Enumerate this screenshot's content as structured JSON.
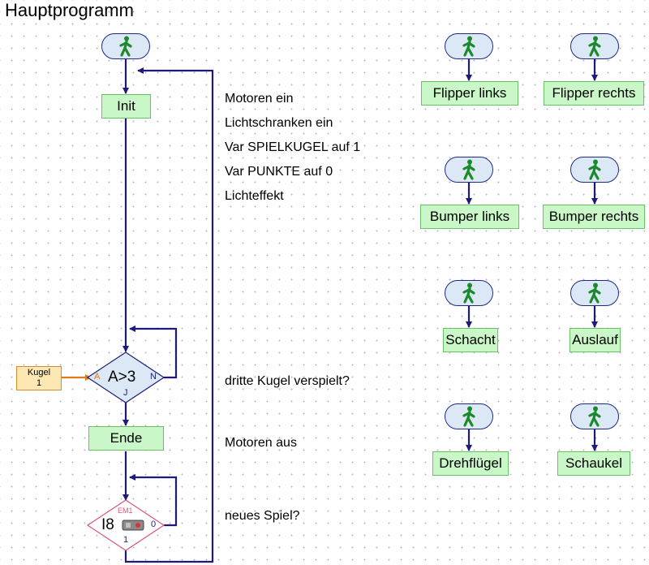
{
  "title": "Hauptprogramm",
  "main_flow": {
    "init_label": "Init",
    "compare": {
      "expression": "A>3",
      "input_port": "A",
      "no_port": "N",
      "yes_port": "J"
    },
    "ende_label": "Ende",
    "input_wait": {
      "module": "EM1",
      "input": "I8",
      "yes_port": "1",
      "no_port": "0"
    },
    "variable": {
      "name": "Kugel",
      "value": "1"
    }
  },
  "comments": [
    "Motoren ein",
    "Lichtschranken ein",
    "Var SPIELKUGEL auf 1",
    "Var PUNKTE auf 0",
    "Lichteffekt",
    "dritte Kugel verspielt?",
    "Motoren aus",
    "neues Spiel?"
  ],
  "subprograms": [
    {
      "label": "Flipper links"
    },
    {
      "label": "Flipper rechts"
    },
    {
      "label": "Bumper links"
    },
    {
      "label": "Bumper rechts"
    },
    {
      "label": "Schacht"
    },
    {
      "label": "Auslauf"
    },
    {
      "label": "Drehflügel"
    },
    {
      "label": "Schaukel"
    }
  ],
  "icons": {
    "start": "walking-man-icon",
    "sensor": "phototransistor-icon"
  },
  "colors": {
    "wire": "#1e1a7a",
    "start_fill": "#dde8f6",
    "block_fill": "#c9f7c7",
    "block_border": "#6bbf69",
    "compare_fill": "#dde8f6",
    "variable_fill": "#fde8b4",
    "variable_wire": "#e07b16",
    "input_border": "#d9547a",
    "walker": "#1a8a2a"
  }
}
